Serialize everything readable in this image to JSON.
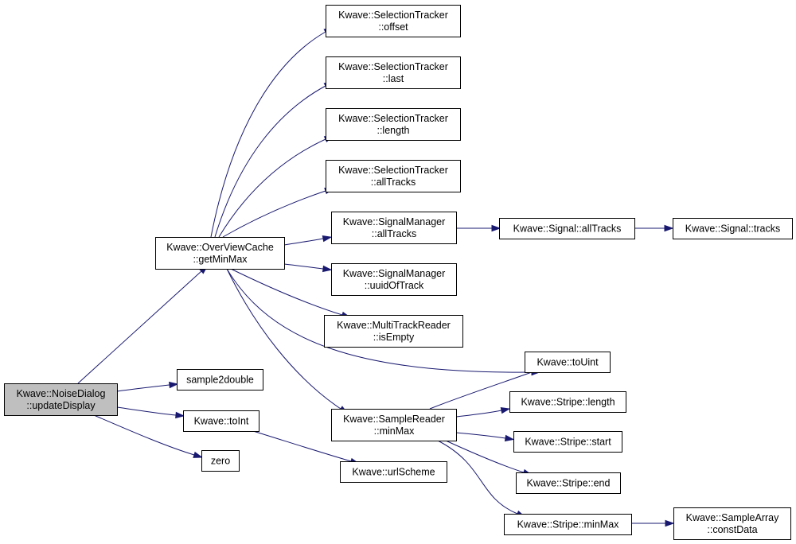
{
  "nodes": [
    {
      "id": "noise",
      "lines": [
        "Kwave::NoiseDialog",
        "::updateDisplay"
      ],
      "root": true
    },
    {
      "id": "ovc",
      "lines": [
        "Kwave::OverViewCache",
        "::getMinMax"
      ]
    },
    {
      "id": "s2d",
      "lines": [
        "sample2double"
      ]
    },
    {
      "id": "toInt",
      "lines": [
        "Kwave::toInt"
      ]
    },
    {
      "id": "zero",
      "lines": [
        "zero"
      ]
    },
    {
      "id": "st_offset",
      "lines": [
        "Kwave::SelectionTracker",
        "::offset"
      ]
    },
    {
      "id": "st_last",
      "lines": [
        "Kwave::SelectionTracker",
        "::last"
      ]
    },
    {
      "id": "st_length",
      "lines": [
        "Kwave::SelectionTracker",
        "::length"
      ]
    },
    {
      "id": "st_alltracks",
      "lines": [
        "Kwave::SelectionTracker",
        "::allTracks"
      ]
    },
    {
      "id": "sm_alltracks",
      "lines": [
        "Kwave::SignalManager",
        "::allTracks"
      ]
    },
    {
      "id": "sm_uuid",
      "lines": [
        "Kwave::SignalManager",
        "::uuidOfTrack"
      ]
    },
    {
      "id": "mtr_empty",
      "lines": [
        "Kwave::MultiTrackReader",
        "::isEmpty"
      ]
    },
    {
      "id": "sr_minmax",
      "lines": [
        "Kwave::SampleReader",
        "::minMax"
      ]
    },
    {
      "id": "urlScheme",
      "lines": [
        "Kwave::urlScheme"
      ]
    },
    {
      "id": "sig_alltracks",
      "lines": [
        "Kwave::Signal::allTracks"
      ]
    },
    {
      "id": "sig_tracks",
      "lines": [
        "Kwave::Signal::tracks"
      ]
    },
    {
      "id": "toUint",
      "lines": [
        "Kwave::toUint"
      ]
    },
    {
      "id": "stripe_length",
      "lines": [
        "Kwave::Stripe::length"
      ]
    },
    {
      "id": "stripe_start",
      "lines": [
        "Kwave::Stripe::start"
      ]
    },
    {
      "id": "stripe_end",
      "lines": [
        "Kwave::Stripe::end"
      ]
    },
    {
      "id": "stripe_minmax",
      "lines": [
        "Kwave::Stripe::minMax"
      ]
    },
    {
      "id": "sa_const",
      "lines": [
        "Kwave::SampleArray",
        "::constData"
      ]
    }
  ],
  "edges": [
    [
      "noise",
      "ovc"
    ],
    [
      "noise",
      "s2d"
    ],
    [
      "noise",
      "toInt"
    ],
    [
      "noise",
      "zero"
    ],
    [
      "ovc",
      "st_offset"
    ],
    [
      "ovc",
      "st_last"
    ],
    [
      "ovc",
      "st_length"
    ],
    [
      "ovc",
      "st_alltracks"
    ],
    [
      "ovc",
      "sm_alltracks"
    ],
    [
      "ovc",
      "sm_uuid"
    ],
    [
      "ovc",
      "mtr_empty"
    ],
    [
      "ovc",
      "toUint"
    ],
    [
      "ovc",
      "sr_minmax"
    ],
    [
      "toInt",
      "urlScheme"
    ],
    [
      "sm_alltracks",
      "sig_alltracks"
    ],
    [
      "sig_alltracks",
      "sig_tracks"
    ],
    [
      "sr_minmax",
      "toUint"
    ],
    [
      "sr_minmax",
      "stripe_length"
    ],
    [
      "sr_minmax",
      "stripe_start"
    ],
    [
      "sr_minmax",
      "stripe_end"
    ],
    [
      "sr_minmax",
      "stripe_minmax"
    ],
    [
      "stripe_minmax",
      "sa_const"
    ]
  ],
  "colors": {
    "edge": "#191970",
    "root_fill": "#bfbfbf",
    "node_fill": "#ffffff",
    "border": "#000000"
  }
}
